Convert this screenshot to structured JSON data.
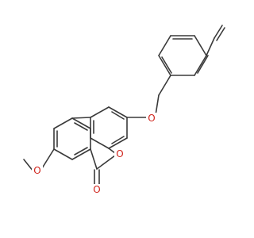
{
  "molecule": {
    "atoms": {
      "ring_oxygen": "O",
      "carbonyl_oxygen": "O",
      "ether_oxygen": "O",
      "methoxy_oxygen": "O"
    },
    "colors": {
      "bond": "#3a3a3a",
      "heteroatom": "#d0241c",
      "background": "#ffffff"
    }
  }
}
